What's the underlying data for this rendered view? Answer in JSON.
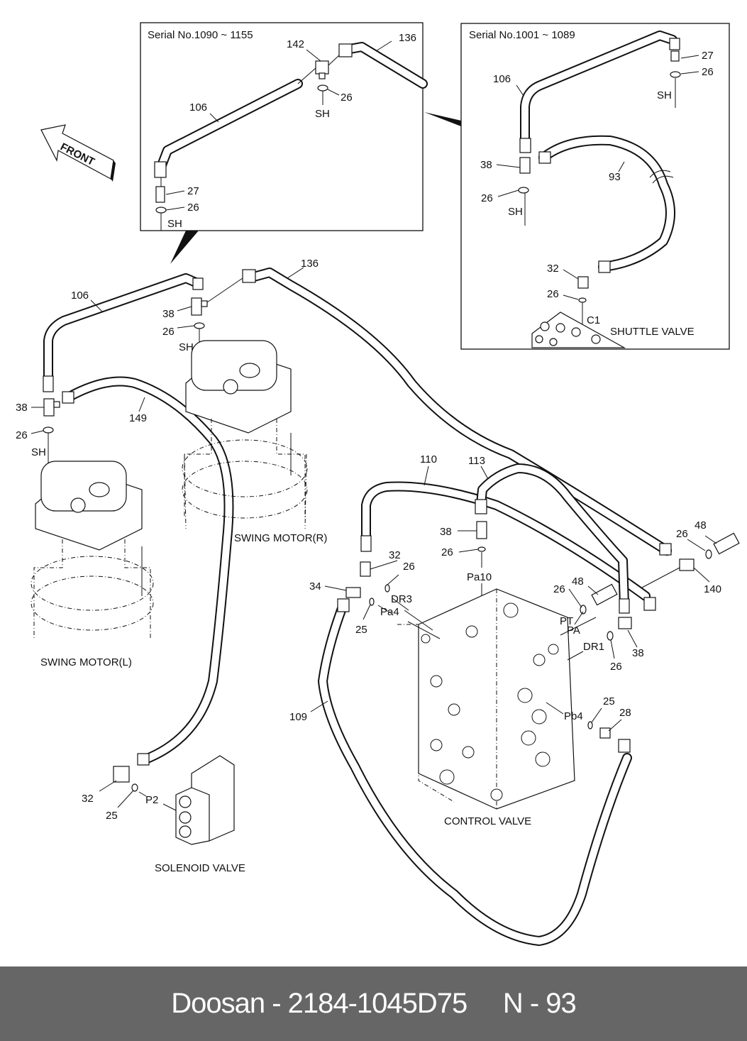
{
  "diagram": {
    "title": "Swing motor / control valve pilot hose piping",
    "front_arrow": "FRONT",
    "inset_left": {
      "serial": "Serial No.1090 ~ 1155",
      "labels": [
        {
          "id": "142",
          "text": "142"
        },
        {
          "id": "136",
          "text": "136"
        },
        {
          "id": "26a",
          "text": "26"
        },
        {
          "id": "sh1",
          "text": "SH"
        },
        {
          "id": "106",
          "text": "106"
        },
        {
          "id": "27",
          "text": "27"
        },
        {
          "id": "26b",
          "text": "26"
        },
        {
          "id": "sh2",
          "text": "SH"
        }
      ]
    },
    "inset_right": {
      "serial": "Serial No.1001 ~ 1089",
      "labels": [
        {
          "id": "27",
          "text": "27"
        },
        {
          "id": "26a",
          "text": "26"
        },
        {
          "id": "sh1",
          "text": "SH"
        },
        {
          "id": "106",
          "text": "106"
        },
        {
          "id": "38",
          "text": "38"
        },
        {
          "id": "93",
          "text": "93"
        },
        {
          "id": "26b",
          "text": "26"
        },
        {
          "id": "sh2",
          "text": "SH"
        },
        {
          "id": "32",
          "text": "32"
        },
        {
          "id": "26c",
          "text": "26"
        },
        {
          "id": "c1",
          "text": "C1"
        }
      ],
      "component": "SHUTTLE VALVE"
    },
    "main_labels": {
      "l106": "106",
      "l136": "136",
      "l38a": "38",
      "l26a": "26",
      "lsha": "SH",
      "l38b": "38",
      "l26b": "26",
      "lshb": "SH",
      "l149": "149",
      "l110": "110",
      "l113": "113",
      "l38c": "38",
      "l26c": "26",
      "lpa10": "Pa10",
      "l32a": "32",
      "l26d": "26",
      "l34": "34",
      "ldr3": "DR3",
      "lpa4": "Pa4",
      "l25a": "25",
      "l26e": "26",
      "l48a": "48",
      "l26f": "26",
      "l48b": "48",
      "l140": "140",
      "lpt": "PT",
      "lpa": "PA",
      "ldr1": "DR1",
      "l26g": "26",
      "l38d": "38",
      "l109": "109",
      "lpb4": "Pb4",
      "l25b": "25",
      "l28": "28",
      "l32b": "32",
      "l25c": "25",
      "lp2": "P2"
    },
    "components": {
      "swing_motor_r": "SWING MOTOR(R)",
      "swing_motor_l": "SWING MOTOR(L)",
      "control_valve": "CONTROL VALVE",
      "solenoid_valve": "SOLENOID VALVE"
    }
  },
  "footer": {
    "brand": "Doosan",
    "part_number": "2184-1045D75",
    "page": "N - 93",
    "text": "Doosan - 2184-1045D75     N - 93"
  }
}
